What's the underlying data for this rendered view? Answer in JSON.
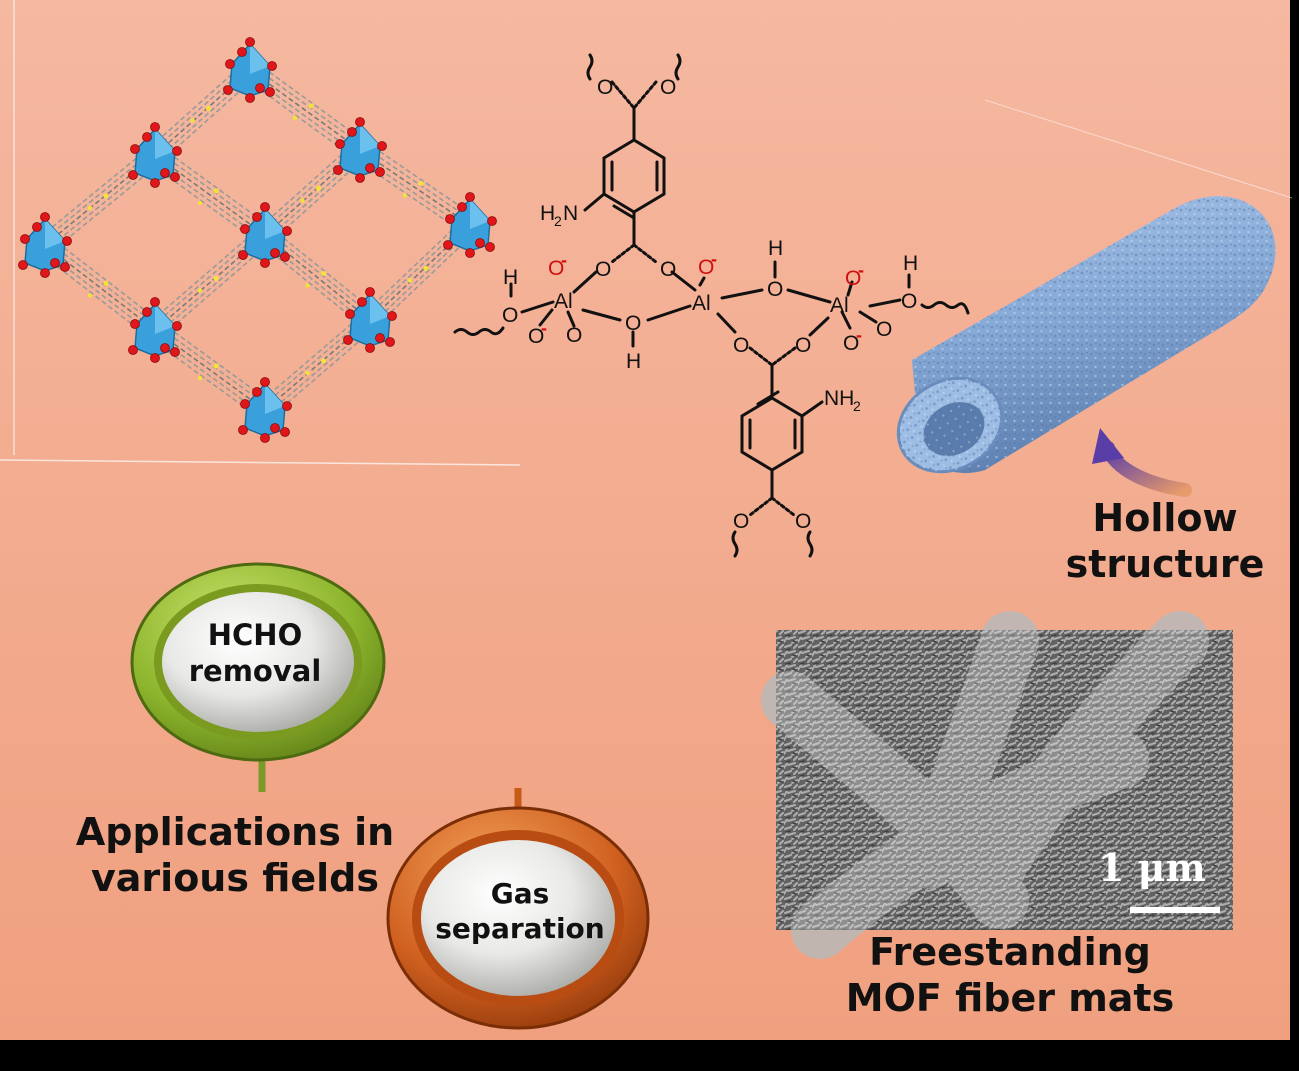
{
  "labels": {
    "hollow": [
      "Hollow",
      "structure"
    ],
    "applications": [
      "Applications in",
      "various fields"
    ],
    "freestanding": [
      "Freestanding",
      "MOF fiber mats"
    ]
  },
  "ovals": {
    "hcho": [
      "HCHO",
      "removal"
    ],
    "gas": [
      "Gas",
      "separation"
    ]
  },
  "sem": {
    "scale_bar": "1 μm"
  },
  "chemistry": {
    "atoms": {
      "al": "Al",
      "o": "O",
      "h": "H",
      "minus": "-",
      "nh2": "NH",
      "nh2_sub": "2",
      "h2n": "H",
      "h2n_sub": "2",
      "h2n_n": "N"
    }
  },
  "colors": {
    "background": "#f3ab8c",
    "octahedron": "#3aa0dc",
    "oxygen": "#e0161b",
    "fiber": "#8eb4de",
    "green_ring": "#8cb42c",
    "orange_ring": "#cc5a18",
    "arrow": "#6a4aa8"
  }
}
